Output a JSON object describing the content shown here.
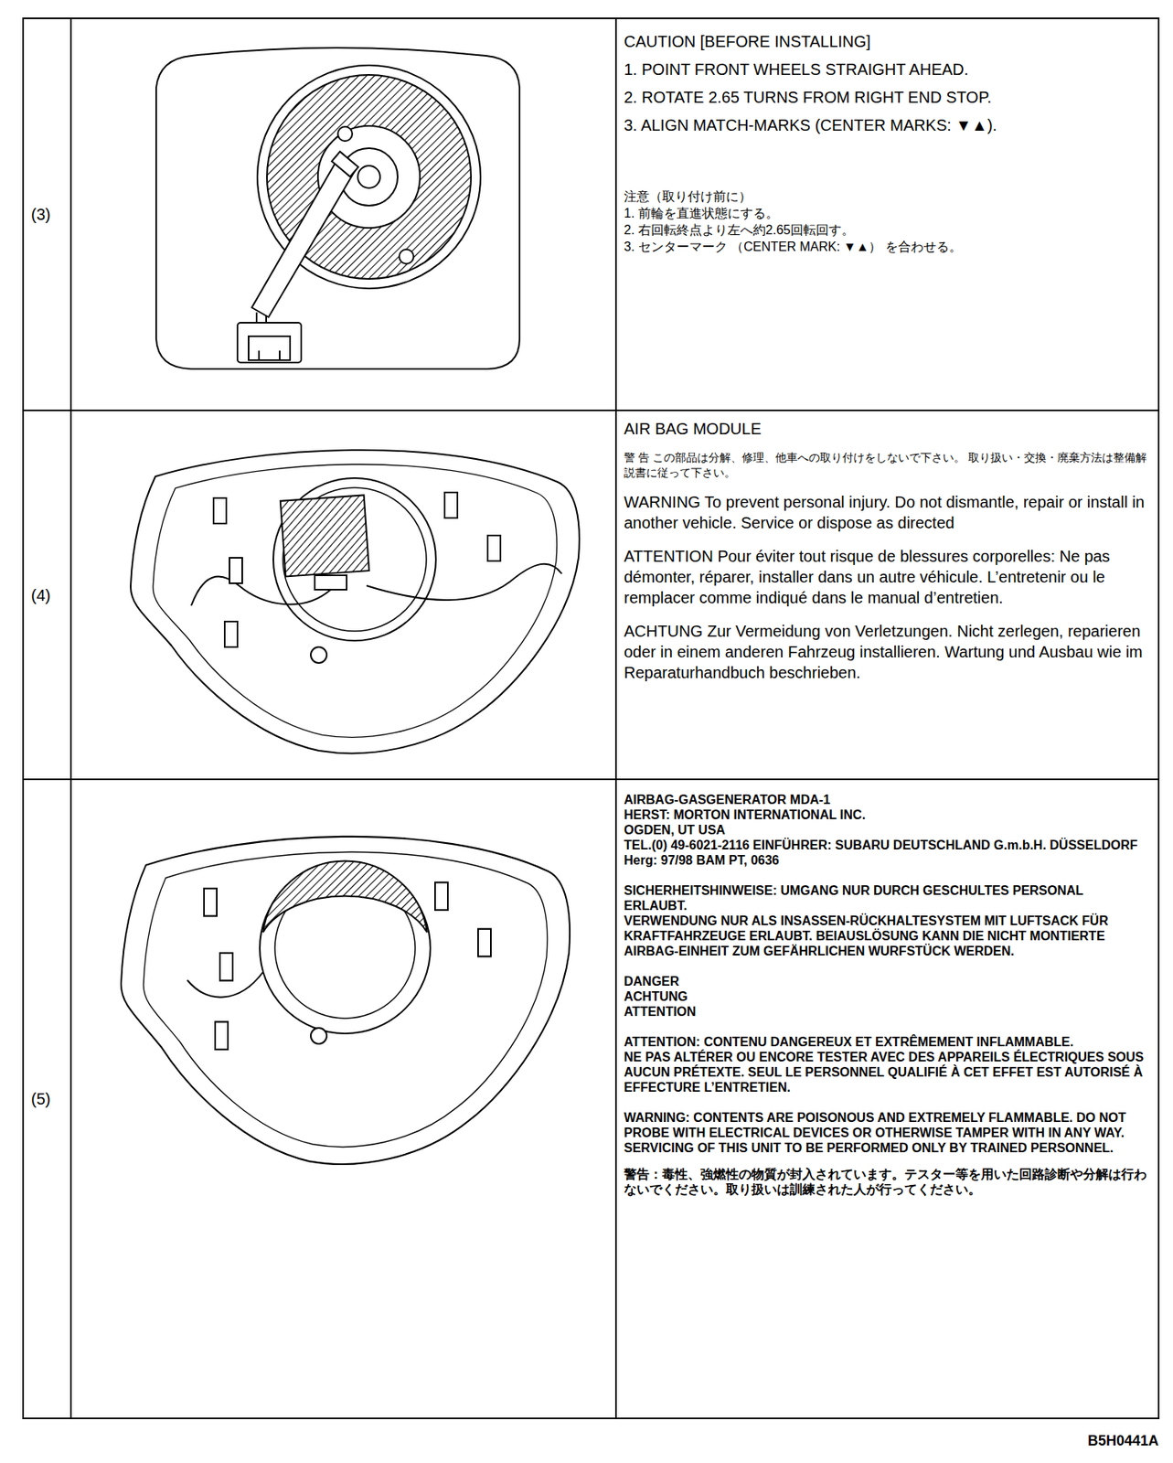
{
  "diagram": {
    "nodes": [
      {
        "text": [
          "(3)"
        ]
      },
      {
        "text": [
          "CAUTION [BEFORE INSTALLING]",
          "1. POINT FRONT WHEELS STRAIGHT AHEAD.",
          "2. ROTATE 2.65 TURNS FROM RIGHT END STOP.",
          "3. ALIGN MATCH-MARKS (CENTER MARKS: ▼▲).",
          "注意（取り付け前に）",
          "1. 前輪を直進状態にする。",
          "2. 右回転終点より左へ約2.65回転回す。",
          "3. センターマーク （CENTER MARK: ▼▲） を合わせる。"
        ]
      },
      {
        "text": [
          "(4)"
        ]
      },
      {
        "text": [
          "AIR BAG MODULE",
          "警 告 この部品は分解、修理、他車への取り付けをしないで下さい。 取り扱い・交換・廃棄方法は整備解説書に従って下さい。",
          "WARNING To prevent personal injury. Do not dismantle, repair or install in another vehicle. Service or dispose as directed",
          "ATTENTION Pour éviter tout risque de blessures corporelles: Ne pas démonter, réparer, installer dans un autre véhicule. L’entretenir ou le remplacer comme indiqué dans le manual d’entretien.",
          "ACHTUNG Zur Vermeidung von Verletzungen. Nicht zerlegen, reparieren oder in einem anderen Fahrzeug installieren. Wartung und Ausbau wie im Reparaturhandbuch beschrieben."
        ]
      },
      {
        "text": [
          "(5)"
        ]
      },
      {
        "text": [
          "AIRBAG-GASGENERATOR MDA-1",
          "HERST: MORTON INTERNATIONAL INC.",
          "OGDEN, UT USA",
          "TEL.(0) 49-6021-2116 EINFÜHRER: SUBARU DEUTSCHLAND G.m.b.H. DÜSSELDORF",
          "Herg: 97/98 BAM PT, 0636",
          "SICHERHEITSHINWEISE: UMGANG NUR DURCH GESCHULTES PERSONAL ERLAUBT.",
          "VERWENDUNG NUR ALS INSASSEN-RÜCKHALTESYSTEM MIT LUFTSACK FÜR KRAFTFAHRZEUGE ERLAUBT. BEIAUSLÖSUNG KANN DIE NICHT MONTIERTE AIRBAG-EINHEIT ZUM GEFÄHRLICHEN WURFSTÜCK WERDEN.",
          "DANGER",
          "ACHTUNG",
          "ATTENTION",
          "ATTENTION: CONTENU DANGEREUX ET EXTRÊMEMENT INFLAMMABLE.",
          "NE PAS ALTÉRER OU ENCORE TESTER AVEC DES APPAREILS ÉLECTRIQUES SOUS AUCUN PRÉTEXTE. SEUL LE PERSONNEL QUALIFIÉ À CET EFFET EST AUTORISÉ À EFFECTURE L’ENTRETIEN.",
          "WARNING: CONTENTS ARE POISONOUS AND EXTREMELY FLAMMABLE. DO NOT PROBE WITH ELECTRICAL DEVICES OR OTHERWISE TAMPER WITH IN ANY WAY. SERVICING OF THIS UNIT TO BE PERFORMED ONLY BY TRAINED PERSONNEL.",
          "警告：毒性、強燃性の物質が封入されています。テスター等を用いた回路診断や分解は行わないでください。取り扱いは訓練された人が行ってください。"
        ]
      }
    ],
    "labels": [
      "B5H0441A"
    ]
  }
}
